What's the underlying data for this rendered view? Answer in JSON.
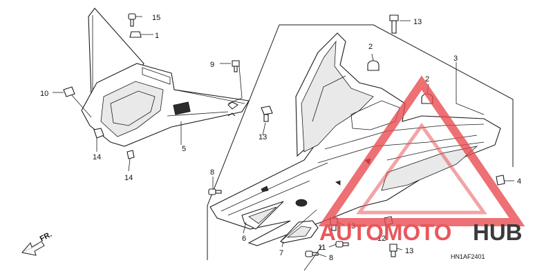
{
  "callouts": {
    "c1": "1",
    "c2a": "2",
    "c2b": "2",
    "c3": "3",
    "c4": "4",
    "c5": "5",
    "c6": "6",
    "c7": "7",
    "c8a": "8",
    "c8b": "8",
    "c9": "9",
    "c10": "10",
    "c11": "11",
    "c12": "12",
    "c13a": "13",
    "c13b": "13",
    "c13c": "13",
    "c13d": "13",
    "c14a": "14",
    "c14b": "14",
    "c15": "15"
  },
  "diagram_code": "HN1AF2401",
  "direction_label": "FR.",
  "watermark": {
    "part1": "AUTO",
    "part2": "MOTO",
    "part3": "HUB",
    "color_primary": "#e8494f",
    "color_secondary": "#2b2b2b"
  }
}
